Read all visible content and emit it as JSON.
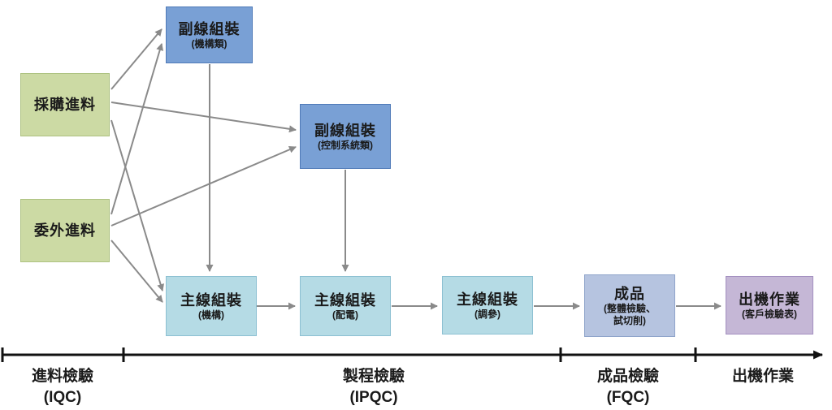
{
  "diagram": {
    "boxes": [
      {
        "title": "採購進料",
        "sub1": "",
        "sub2": ""
      },
      {
        "title": "委外進料",
        "sub1": "",
        "sub2": ""
      },
      {
        "title": "副線組裝",
        "sub1": "(機構類)",
        "sub2": ""
      },
      {
        "title": "副線組裝",
        "sub1": "(控制系統類)",
        "sub2": ""
      },
      {
        "title": "主線組裝",
        "sub1": "(機構)",
        "sub2": ""
      },
      {
        "title": "主線組裝",
        "sub1": "(配電)",
        "sub2": ""
      },
      {
        "title": "主線組裝",
        "sub1": "(調參)",
        "sub2": ""
      },
      {
        "title": "成品",
        "sub1": "(整體檢驗、",
        "sub2": "試切削)"
      },
      {
        "title": "出機作業",
        "sub1": "(客戶檢驗表)",
        "sub2": ""
      }
    ],
    "axis": {
      "labels": [
        {
          "line1": "進料檢驗",
          "line2": "(IQC)"
        },
        {
          "line1": "製程檢驗",
          "line2": "(IPQC)"
        },
        {
          "line1": "成品檢驗",
          "line2": "(FQC)"
        },
        {
          "line1": "出機作業",
          "line2": ""
        }
      ]
    },
    "colors": {
      "material_box": "#ccdaa4",
      "subline_box": "#79a0d5",
      "mainline_box": "#b5dbe5",
      "finished_box": "#b6c4e0",
      "shipping_box": "#c5b7d6",
      "arrow": "#8a8a8a",
      "axis": "#111111"
    }
  }
}
